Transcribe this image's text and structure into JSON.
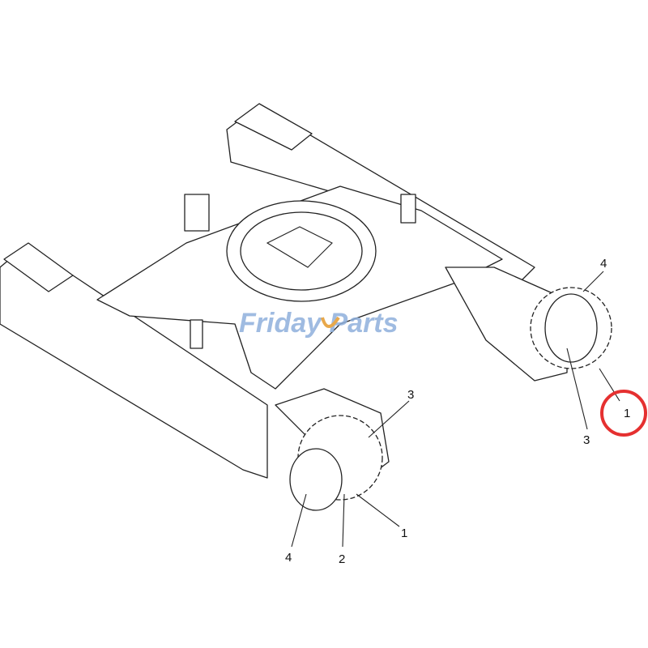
{
  "watermark": {
    "text": "FridayParts",
    "color": "#8fb0dc",
    "accent": "#e8a84a"
  },
  "highlight": {
    "color": "#e53030",
    "label_index": 1
  },
  "callouts": [
    {
      "id": "right-sprocket-cover",
      "label": "4"
    },
    {
      "id": "right-sprocket",
      "label": "1"
    },
    {
      "id": "right-motor",
      "label": "3"
    },
    {
      "id": "left-motor",
      "label": "3"
    },
    {
      "id": "left-sprocket",
      "label": "1"
    },
    {
      "id": "left-bolts",
      "label": "2"
    },
    {
      "id": "left-sprocket-cover",
      "label": "4"
    }
  ]
}
